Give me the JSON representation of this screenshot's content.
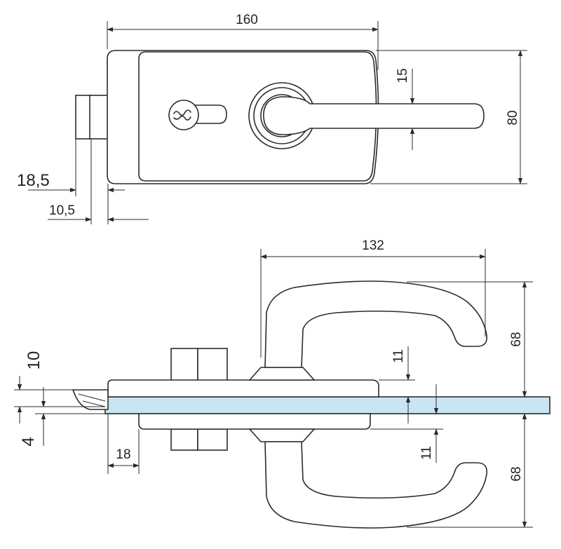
{
  "dimensions": {
    "width_total": "160",
    "handle_offset": "15",
    "height_total": "80",
    "cylinder_outer": "18,5",
    "cylinder_inner": "10,5",
    "handle_reach": "132",
    "handle_upper_height": "68",
    "handle_lower_height": "68",
    "rose_upper": "11",
    "rose_lower": "11",
    "plate_upper": "10",
    "glass_gap": "4",
    "plate_inset": "18"
  },
  "colors": {
    "glass": "#c7e5f3",
    "glass_edge": "#2b2b2b",
    "line": "#2b2b2b"
  }
}
